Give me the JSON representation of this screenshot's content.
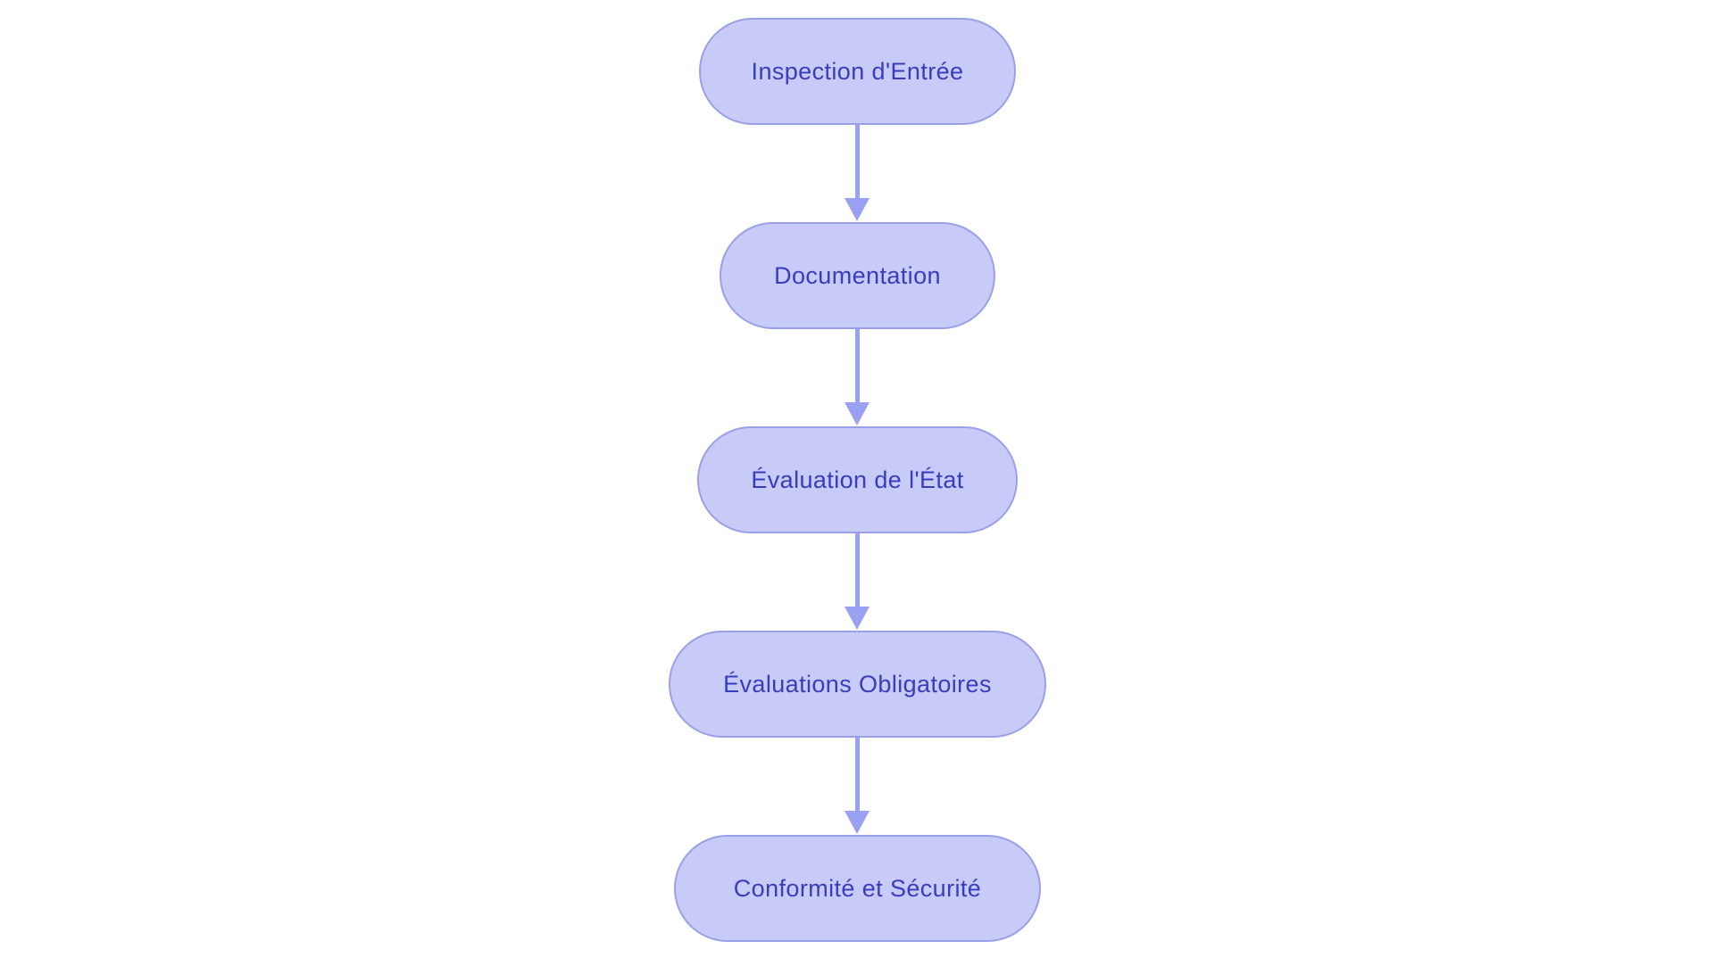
{
  "diagram": {
    "type": "flowchart",
    "direction": "top-down",
    "nodes": [
      {
        "id": "n1",
        "label": "Inspection d'Entrée"
      },
      {
        "id": "n2",
        "label": "Documentation"
      },
      {
        "id": "n3",
        "label": "Évaluation de l'État"
      },
      {
        "id": "n4",
        "label": "Évaluations Obligatoires"
      },
      {
        "id": "n5",
        "label": "Conformité et Sécurité"
      }
    ],
    "edges": [
      {
        "from": "n1",
        "to": "n2"
      },
      {
        "from": "n2",
        "to": "n3"
      },
      {
        "from": "n3",
        "to": "n4"
      },
      {
        "from": "n4",
        "to": "n5"
      }
    ],
    "colors": {
      "background": "#ffffff",
      "node_fill": "#c8cbf8",
      "node_border": "#9aa0e8",
      "node_text": "#393dbd",
      "arrow": "#9aa0f2"
    }
  }
}
